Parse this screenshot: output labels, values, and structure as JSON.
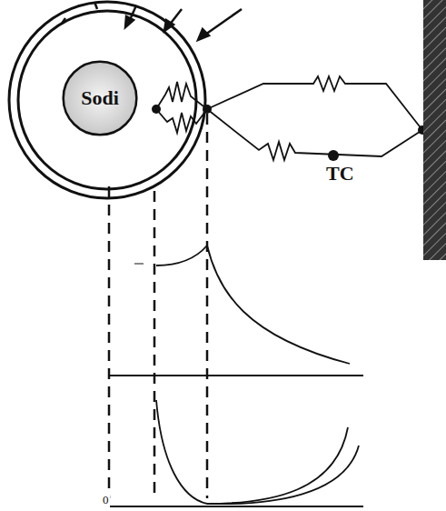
{
  "diagram": {
    "nodes": [
      {
        "text": [
          "Sodi"
        ]
      }
    ],
    "labels": [
      "TC",
      "0"
    ]
  }
}
